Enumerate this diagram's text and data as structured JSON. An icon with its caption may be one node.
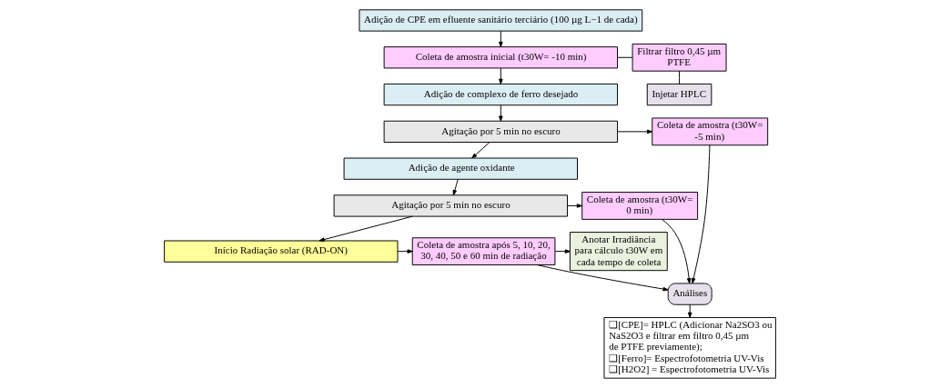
{
  "diagram": {
    "nodes": [
      {
        "text": [
          "Adição de CPE em efluente sanitário terciário (100 µg L−1 de cada)"
        ]
      },
      {
        "text": [
          "Coleta de amostra inicial (t30W= -10 min)"
        ]
      },
      {
        "text": [
          "Filtrar filtro 0,45 µm PTFE"
        ]
      },
      {
        "text": [
          "Injetar HPLC"
        ]
      },
      {
        "text": [
          "Adição de complexo de ferro desejado"
        ]
      },
      {
        "text": [
          "Agitação por 5 min no escuro"
        ]
      },
      {
        "text": [
          "Coleta de amostra (t30W= -5 min)"
        ]
      },
      {
        "text": [
          "Análises"
        ]
      },
      {
        "text": [
          "❑[CPE]= HPLC (Adicionar Na2SO3 ou NaS2O3 e filtrar em filtro 0,45 µm de PTFE previamente);",
          "❑[Ferro]= Espectrofotometria UV-Vis",
          "❑[H2O2] = Espectrofotometria UV-Vis"
        ]
      },
      {
        "text": [
          "Adição de agente oxidante"
        ]
      },
      {
        "text": [
          "Agitação por 5 min no escuro"
        ]
      },
      {
        "text": [
          "Coleta de amostra (t30W= 0 min)"
        ]
      },
      {
        "text": [
          "Início Radiação solar (RAD-ON)"
        ]
      },
      {
        "text": [
          "Coleta de amostra após 5, 10, 20, 30, 40, 50 e 60 min de radiação"
        ]
      },
      {
        "text": [
          "Anotar Irradiância para cálculo t30W em cada tempo de coleta"
        ]
      }
    ],
    "edges": [
      {
        "from": 0,
        "to": 1,
        "arrow": "to"
      },
      {
        "from": 1,
        "to": 2,
        "arrow": "none"
      },
      {
        "from": 2,
        "to": 3,
        "arrow": "none"
      },
      {
        "from": 1,
        "to": 4,
        "arrow": "to"
      },
      {
        "from": 4,
        "to": 5,
        "arrow": "to"
      },
      {
        "from": 5,
        "to": 6,
        "arrow": "to"
      },
      {
        "from": 6,
        "to": 7,
        "arrow": "to"
      },
      {
        "from": 7,
        "to": 8,
        "arrow": "to"
      },
      {
        "from": 5,
        "to": 9,
        "arrow": "to"
      },
      {
        "from": 9,
        "to": 10,
        "arrow": "to"
      },
      {
        "from": 10,
        "to": 11,
        "arrow": "to"
      },
      {
        "from": 11,
        "to": 7,
        "arrow": "to"
      },
      {
        "from": 10,
        "to": 12,
        "arrow": "to"
      },
      {
        "from": 12,
        "to": 13,
        "arrow": "to"
      },
      {
        "from": 13,
        "to": 7,
        "arrow": "to"
      },
      {
        "from": 13,
        "to": 14,
        "arrow": "to"
      }
    ]
  }
}
